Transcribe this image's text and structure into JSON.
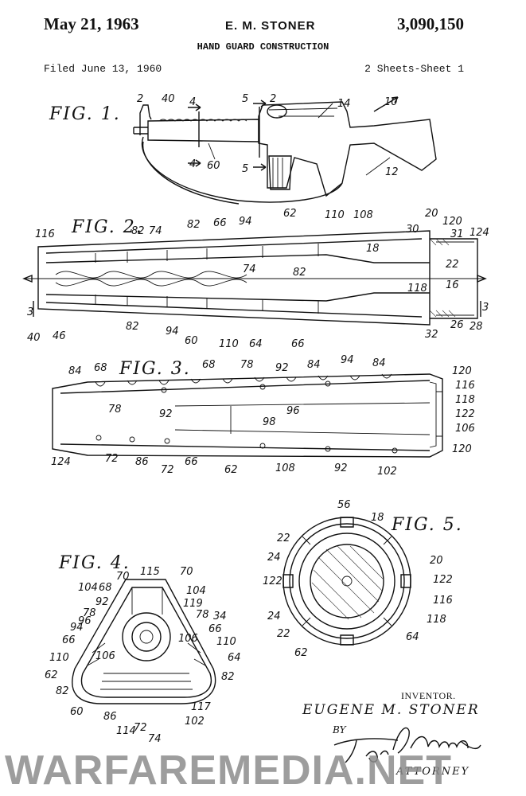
{
  "header": {
    "date": "May 21, 1963",
    "inventor": "E. M. STONER",
    "patent_number": "3,090,150",
    "title": "HAND GUARD CONSTRUCTION",
    "filed": "Filed June 13, 1960",
    "sheets": "2 Sheets-Sheet 1"
  },
  "figures": {
    "fig1": "FIG. 1.",
    "fig2": "FIG. 2.",
    "fig3": "FIG. 3.",
    "fig4": "FIG. 4.",
    "fig5": "FIG. 5."
  },
  "labels": {
    "fig1": [
      "2",
      "40",
      "4",
      "4",
      "5",
      "2",
      "5",
      "60",
      "14",
      "10",
      "12"
    ],
    "fig2": [
      "82",
      "74",
      "82",
      "66",
      "94",
      "62",
      "110",
      "108",
      "20",
      "120",
      "116",
      "30",
      "31",
      "124",
      "18",
      "74",
      "22",
      "82",
      "16",
      "118",
      "3",
      "3",
      "40",
      "46",
      "82",
      "94",
      "60",
      "110",
      "64",
      "66",
      "32",
      "26",
      "28"
    ],
    "fig3": [
      "84",
      "68",
      "68",
      "78",
      "92",
      "84",
      "94",
      "84",
      "120",
      "116",
      "118",
      "122",
      "106",
      "120",
      "78",
      "92",
      "98",
      "96",
      "124",
      "72",
      "86",
      "72",
      "66",
      "62",
      "108",
      "92",
      "102"
    ],
    "fig4": [
      "70",
      "115",
      "70",
      "104",
      "68",
      "104",
      "92",
      "119",
      "78",
      "78",
      "34",
      "94",
      "96",
      "66",
      "66",
      "106",
      "106",
      "110",
      "110",
      "64",
      "62",
      "82",
      "82",
      "60",
      "86",
      "114",
      "72",
      "74",
      "102",
      "117"
    ],
    "fig5": [
      "56",
      "18",
      "22",
      "24",
      "20",
      "122",
      "122",
      "116",
      "24",
      "118",
      "22",
      "62",
      "64"
    ]
  },
  "signature": {
    "inventor_label": "INVENTOR.",
    "inventor_name": "EUGENE M. STONER",
    "by": "BY",
    "attorney_signature": "Thomas P. Mahoney",
    "attorney_label": "ATTORNEY"
  },
  "watermark": "WARFAREMEDIA.NET"
}
